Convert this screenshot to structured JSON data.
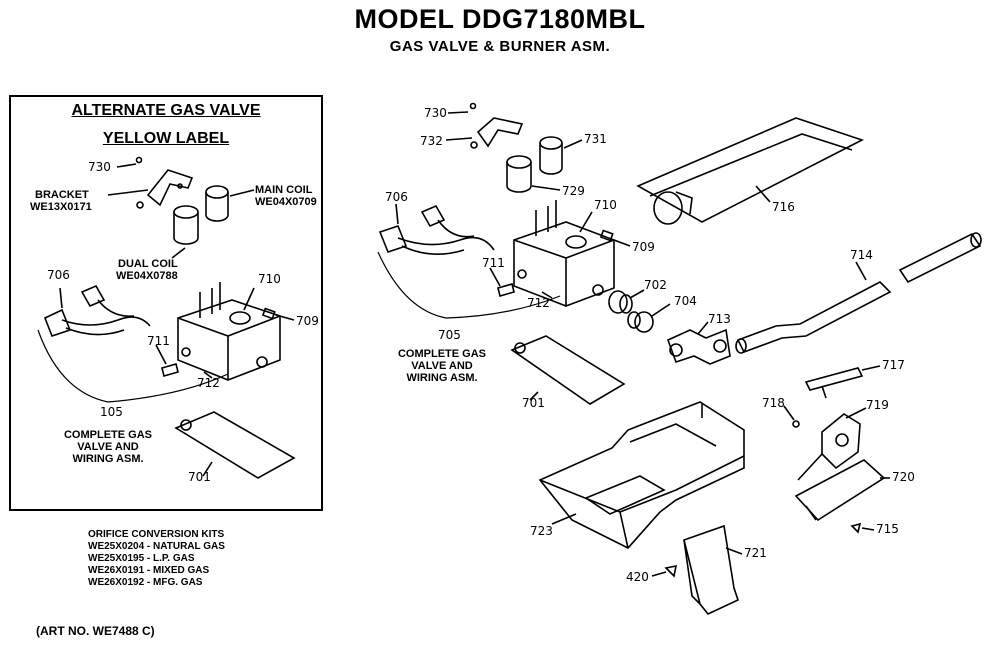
{
  "header": {
    "title": "MODEL DDG7180MBL",
    "subtitle": "GAS VALVE & BURNER ASM."
  },
  "alternate": {
    "heading1": "ALTERNATE GAS VALVE",
    "heading2": "YELLOW LABEL",
    "bracket": "BRACKET",
    "bracket_part": "WE13X0171",
    "main_coil": "MAIN COIL",
    "main_coil_part": "WE04X0709",
    "dual_coil": "DUAL COIL",
    "dual_coil_part": "WE04X0788",
    "caption": [
      "COMPLETE GAS",
      "VALVE AND",
      "WIRING ASM."
    ],
    "caption_num": "105",
    "nums": {
      "n730": "730",
      "n706": "706",
      "n710": "710",
      "n709": "709",
      "n711": "711",
      "n712": "712",
      "n701": "701"
    }
  },
  "main": {
    "caption": [
      "COMPLETE GAS",
      "VALVE AND",
      "WIRING ASM."
    ],
    "caption_num": "705",
    "nums": {
      "n730": "730",
      "n732": "732",
      "n731": "731",
      "n729": "729",
      "n706": "706",
      "n710": "710",
      "n709": "709",
      "n711": "711",
      "n712": "712",
      "n702": "702",
      "n704": "704",
      "n713": "713",
      "n701": "701",
      "n716": "716",
      "n714": "714",
      "n717": "717",
      "n718": "718",
      "n719": "719",
      "n720": "720",
      "n715": "715",
      "n723": "723",
      "n721": "721",
      "n420": "420"
    }
  },
  "kits": {
    "heading": "ORIFICE CONVERSION KITS",
    "items": [
      "WE25X0204 - NATURAL GAS",
      "WE25X0195 - L.P. GAS",
      "WE26X0191 - MIXED GAS",
      "WE26X0192 - MFG. GAS"
    ]
  },
  "art_no": "(ART NO. WE7488 C)"
}
